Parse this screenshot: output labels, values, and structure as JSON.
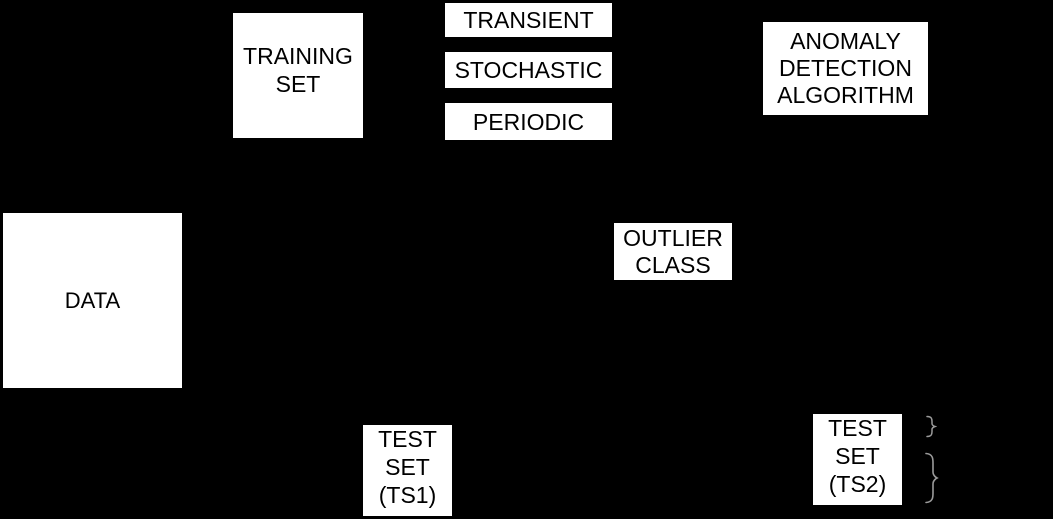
{
  "colors": {
    "background": "#000000",
    "box_fill": "#ffffff",
    "box_text": "#000000",
    "brace": "#9a9a9a"
  },
  "diagram": {
    "nodes": {
      "data": "DATA",
      "training_set": "TRAINING\nSET",
      "transient": "TRANSIENT",
      "stochastic": "STOCHASTIC",
      "periodic": "PERIODIC",
      "anomaly_detection": "ANOMALY\nDETECTION\nALGORITHM",
      "outlier_class": "OUTLIER\nCLASS",
      "test_set_ts1": "TEST\nSET\n(TS1)",
      "test_set_ts2": "TEST\nSET\n(TS2)"
    },
    "annotations": {
      "ts2_top_brace": "curly-brace",
      "ts2_bottom_brace": "curly-brace"
    }
  }
}
